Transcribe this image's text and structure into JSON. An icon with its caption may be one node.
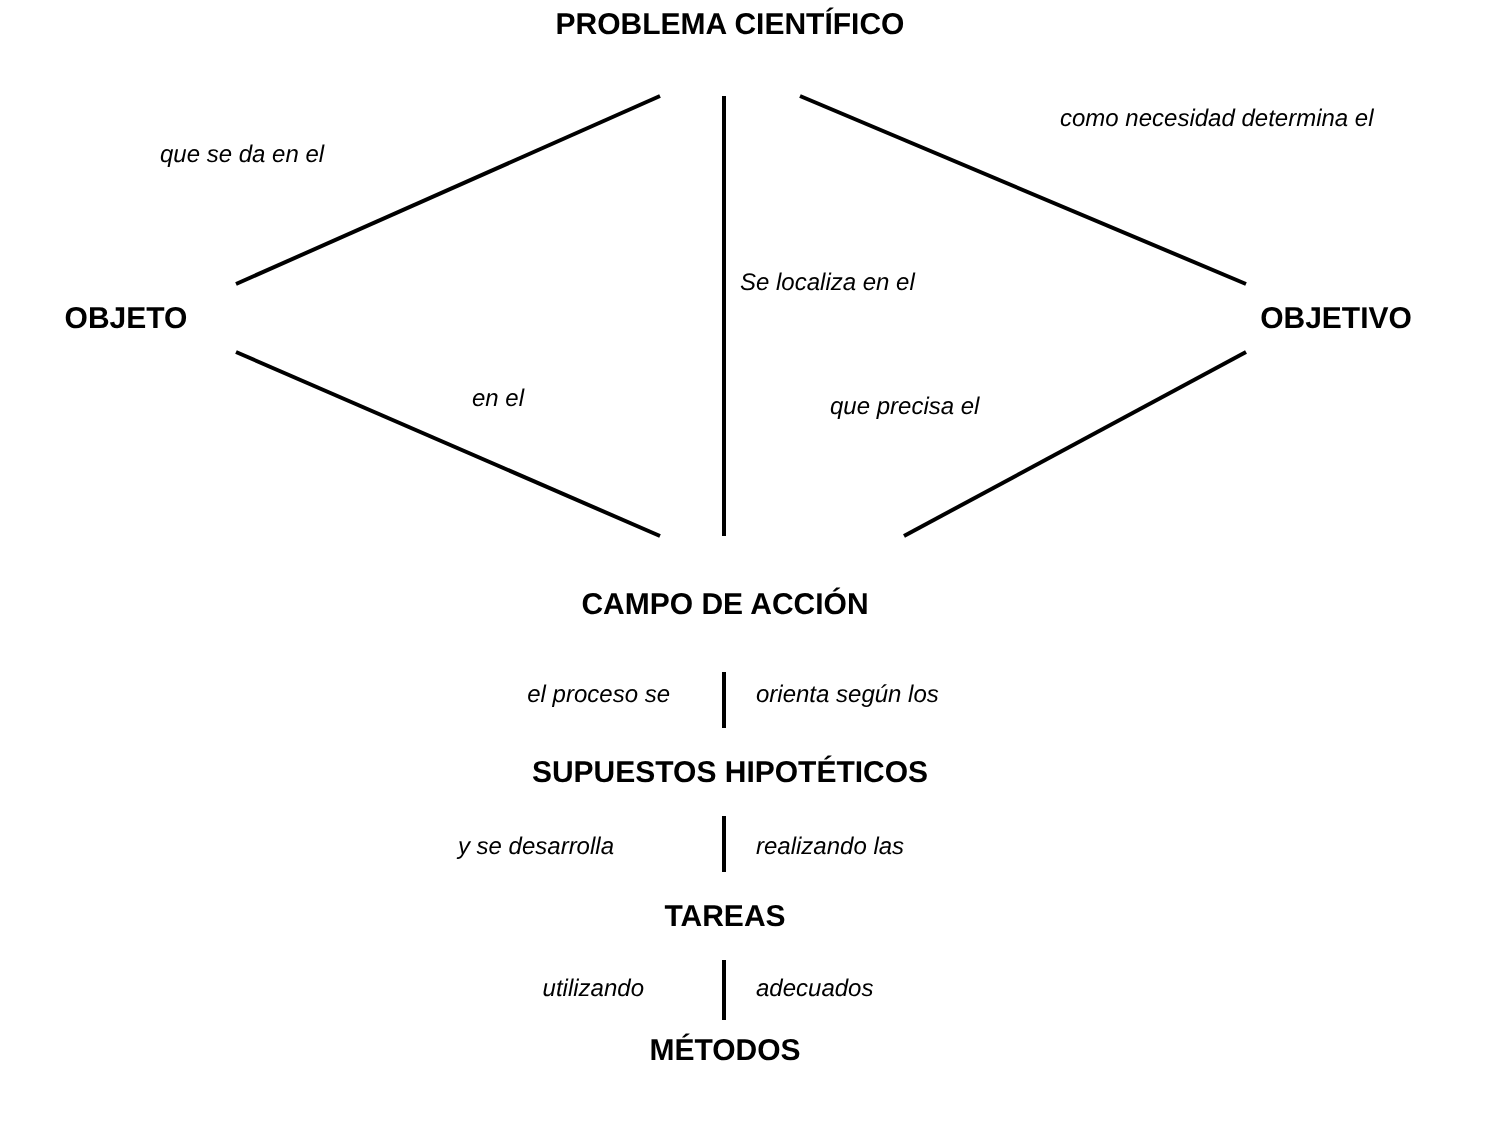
{
  "diagram": {
    "nodes": [
      {
        "text": [
          "PROBLEMA CIENTÍFICO"
        ]
      },
      {
        "text": [
          "OBJETO"
        ]
      },
      {
        "text": [
          "OBJETIVO"
        ]
      },
      {
        "text": [
          "CAMPO DE ACCIÓN"
        ]
      },
      {
        "text": [
          "SUPUESTOS HIPOTÉTICOS"
        ]
      },
      {
        "text": [
          "TAREAS"
        ]
      },
      {
        "text": [
          "MÉTODOS"
        ]
      }
    ],
    "edges": [
      {
        "from": 0,
        "to": 1,
        "arrow": "none",
        "label": "que se da en el"
      },
      {
        "from": 0,
        "to": 3,
        "arrow": "none",
        "label": "Se localiza en el"
      },
      {
        "from": 0,
        "to": 2,
        "arrow": "none",
        "label": "como necesidad determina el"
      },
      {
        "from": 1,
        "to": 3,
        "arrow": "none",
        "label": "en el"
      },
      {
        "from": 2,
        "to": 3,
        "arrow": "none",
        "label": "que precisa el"
      },
      {
        "from": 3,
        "to": 4,
        "arrow": "none"
      },
      {
        "from": 4,
        "to": 5,
        "arrow": "none"
      },
      {
        "from": 5,
        "to": 6,
        "arrow": "none"
      }
    ],
    "labels": [
      "el proceso se",
      "orienta según los",
      "y se desarrolla",
      "realizando las",
      "utilizando",
      "adecuados"
    ]
  }
}
